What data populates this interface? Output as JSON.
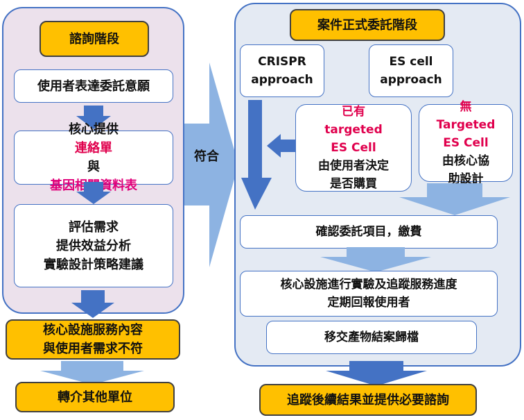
{
  "left": {
    "header": "諮詢階段",
    "step1": "使用者表達委託意願",
    "step2": {
      "prefix": "核心提供",
      "em1": "連絡單",
      "mid": "與",
      "em2": "基因相關資料表"
    },
    "step3": [
      "評估需求",
      "提供效益分析",
      "實驗設計策略建議"
    ],
    "mismatch": [
      "核心設施服務內容",
      "與使用者需求不符"
    ],
    "referral": "轉介其他單位"
  },
  "middle": {
    "match_label": "符合"
  },
  "right": {
    "header": "案件正式委託階段",
    "crispr": [
      "CRISPR",
      "approach"
    ],
    "escell": [
      "ES cell",
      "approach"
    ],
    "has_targeted": {
      "prefix": "已有",
      "tail": "targeted",
      "line2": "ES Cell",
      "line3": "由使用者決定",
      "line4": "是否購買"
    },
    "no_targeted": {
      "prefix": "無",
      "tail": "Targeted",
      "line2": "ES Cell",
      "line3": "由核心協",
      "line4": "助設計"
    },
    "confirm": "確認委託項目，繳費",
    "experiment": [
      "核心設施進行實驗及追蹤服務進度",
      "定期回報使用者"
    ],
    "transfer": "移交產物結案歸檔",
    "followup": "追蹤後續結果並提供必要諮詢"
  },
  "colors": {
    "panel_border": "#4472c4",
    "left_bg": "#ece1ec",
    "right_bg": "#e4eaf3",
    "dark_arrow": "#4472c4",
    "light_arrow": "#8db3e2",
    "header_fill": "#ffc000",
    "emphasis_red": "#e0004d"
  }
}
